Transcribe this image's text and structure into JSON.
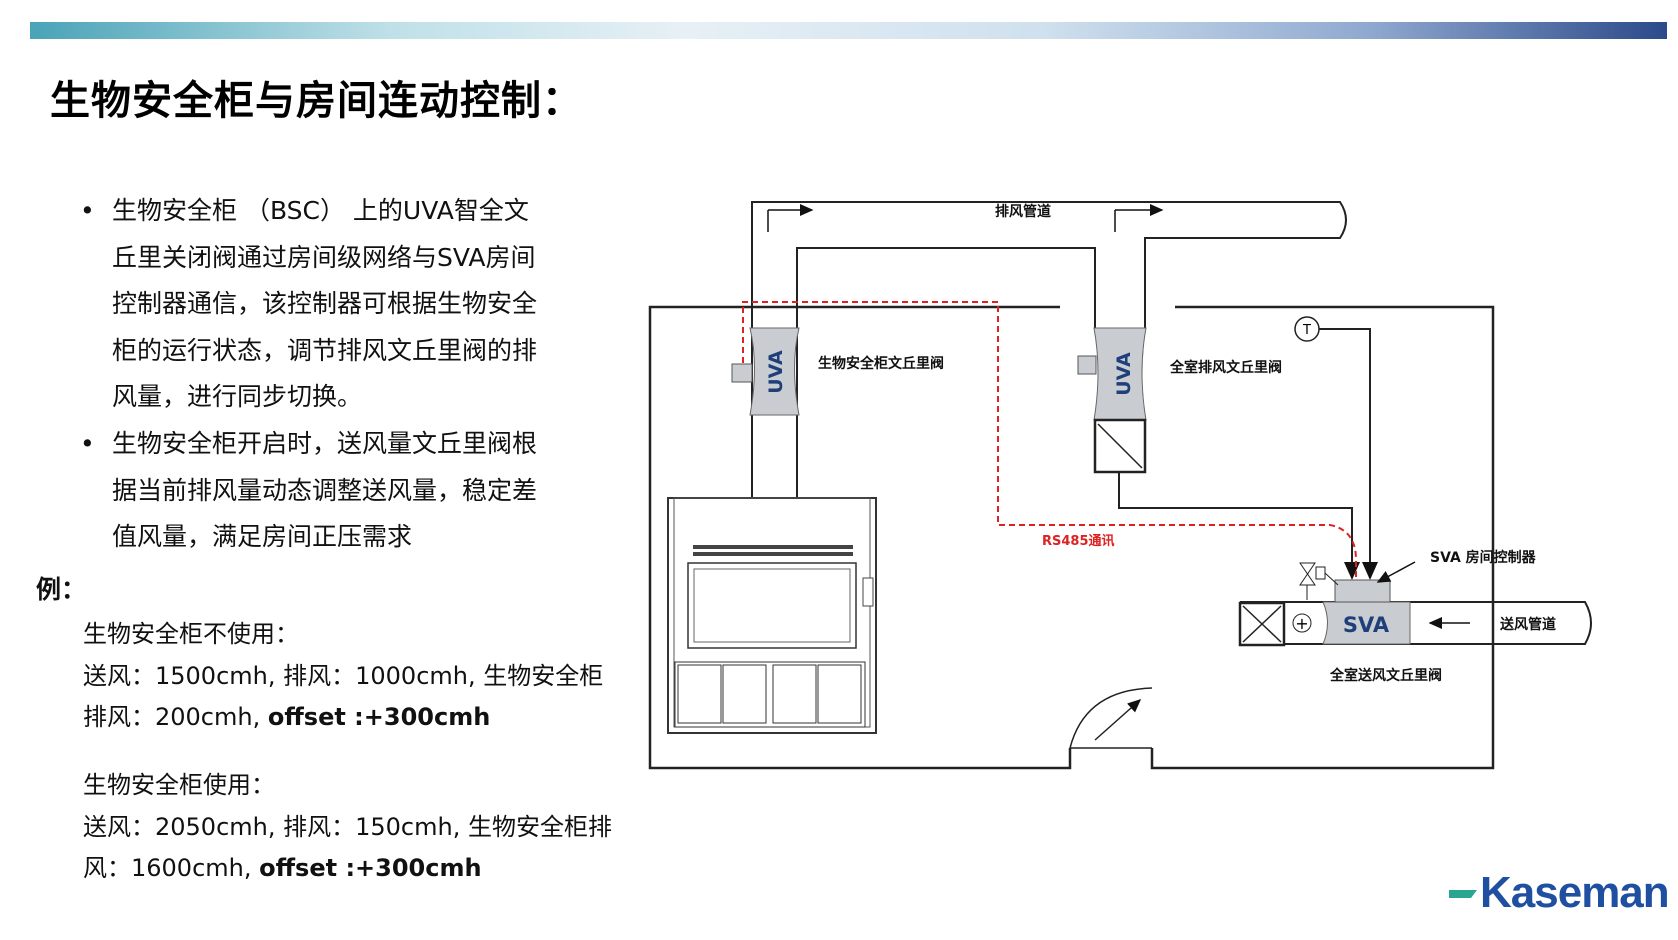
{
  "title": "生物安全柜与房间连动控制：",
  "bullets": [
    "生物安全柜 （BSC） 上的UVA智全文丘里关闭阀通过房间级网络与SVA房间控制器通信，该控制器可根据生物安全柜的运行状态，调节排风文丘里阀的排风量，进行同步切换。",
    "生物安全柜开启时，送风量文丘里阀根据当前排风量动态调整送风量，稳定差值风量，满足房间正压需求"
  ],
  "bullet_symbol": "•",
  "example_label": "例：",
  "examples": [
    {
      "title": "生物安全柜不使用：",
      "body": "送风：1500cmh, 排风：1000cmh, 生物安全柜排风：200cmh, ",
      "offset": "offset :+300cmh"
    },
    {
      "title": "生物安全柜使用：",
      "body": "送风：2050cmh, 排风：150cmh, 生物安全柜排风：1600cmh, ",
      "offset": "offset :+300cmh"
    }
  ],
  "diagram": {
    "exhaust_duct": "排风管道",
    "bsc_valve": "生物安全柜文丘里阀",
    "room_exhaust_valve": "全室排风文丘里阀",
    "uva": "UVA",
    "rs485": "RS485通讯",
    "sva_controller": "SVA 房间控制器",
    "supply_duct": "送风管道",
    "sva": "SVA",
    "room_supply_valve": "全室送风文丘里阀",
    "temp_sensor": "T",
    "plus": "+"
  },
  "logo": "Kaseman",
  "colors": {
    "accent_blue": "#1f4fa1",
    "valve_fill": "#c9cdd2",
    "signal_red": "#dd2222",
    "logo_green": "#2aa58f"
  }
}
